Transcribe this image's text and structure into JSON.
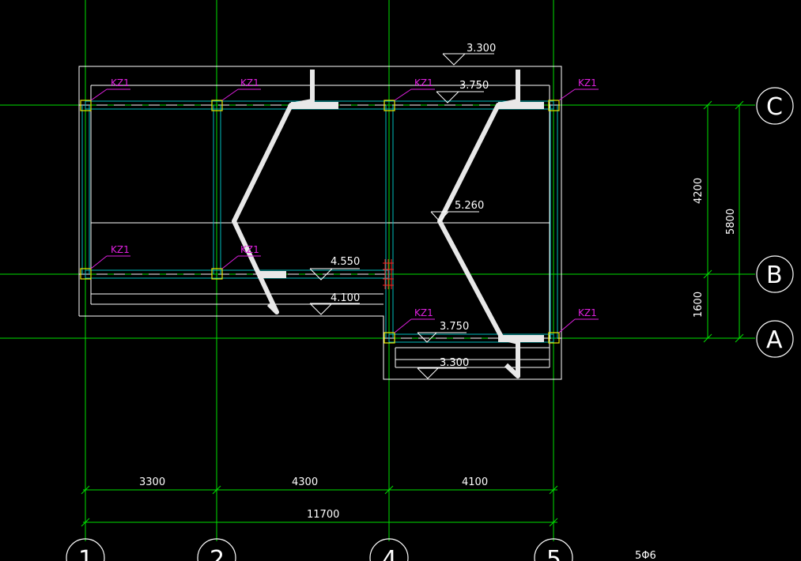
{
  "grid_labels": {
    "C": "C",
    "B": "B",
    "A": "A",
    "g1": "1",
    "g2": "2",
    "g4": "4",
    "g5": "5"
  },
  "column_tag": "KZ1",
  "elevations": {
    "e1": "3.300",
    "e2": "3.750",
    "e3": "5.260",
    "e4": "4.550",
    "e5": "4.100",
    "e6": "3.750",
    "e7": "3.300"
  },
  "dims": {
    "d1": "3300",
    "d2": "4300",
    "d3": "4100",
    "total": "11700",
    "v1": "4200",
    "v2": "1600",
    "vtotal": "5800"
  },
  "note": "5Φ6",
  "colors": {
    "grid": "#00e000",
    "kz": "#e020e0",
    "column": "#e8e800",
    "beam": "#00bcbc",
    "line": "#ffffff"
  }
}
